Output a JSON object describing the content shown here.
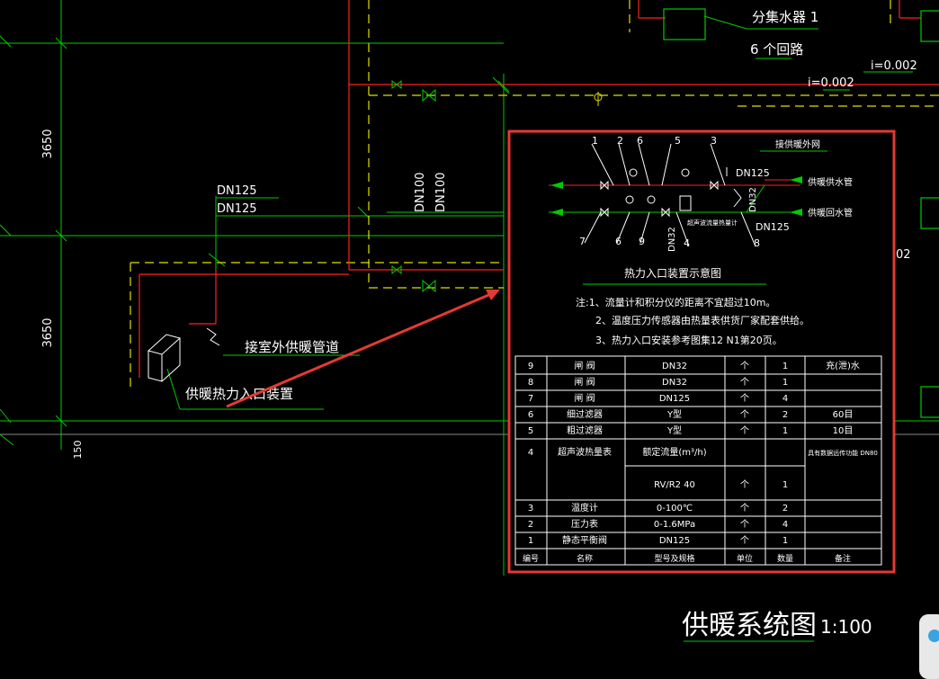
{
  "labels": {
    "dim_3650_a": "3650",
    "dim_3650_b": "3650",
    "dim_150": "150",
    "dn125_a": "DN125",
    "dn125_b": "DN125",
    "dn100_a": "DN100",
    "dn100_b": "DN100",
    "outdoor_pipe": "接室外供暖管道",
    "entry_device": "供暖热力入口装置",
    "manifold": "分集水器  1",
    "loops": "6 个回路",
    "slope_a": "i=0.002",
    "slope_b": "i=0.002",
    "right_partial": "02",
    "title": "供暖系统图",
    "scale": "1:100"
  },
  "detail": {
    "nums": [
      "1",
      "2",
      "6",
      "5",
      "3",
      "7",
      "6",
      "9",
      "4",
      "8"
    ],
    "dn125_top": "DN125",
    "dn32_v": "DN32",
    "dn32_b": "DN32",
    "dn125_bot": "DN125",
    "to_outdoor": "接供暖外网",
    "supply": "供暖供水管",
    "return": "供暖回水管",
    "meter_label": "超声波流量热量计",
    "heading": "热力入口装置示意图",
    "notes": [
      "注:1、流量计和积分仪的距离不宜超过10m。",
      "2、温度压力传感器由热量表供货厂家配套供给。",
      "3、热力入口安装参考图集12 N1第20页。"
    ]
  },
  "table": {
    "headers": [
      "编号",
      "名称",
      "型号及规格",
      "单位",
      "数量",
      "备注"
    ],
    "rows": [
      [
        "9",
        "闸  阀",
        "DN32",
        "个",
        "1",
        "充(泄)水"
      ],
      [
        "8",
        "闸  阀",
        "DN32",
        "个",
        "1",
        ""
      ],
      [
        "7",
        "闸  阀",
        "DN125",
        "个",
        "4",
        ""
      ],
      [
        "6",
        "细过滤器",
        "Y型",
        "个",
        "2",
        "60目"
      ],
      [
        "5",
        "粗过滤器",
        "Y型",
        "个",
        "1",
        "10目"
      ],
      [
        "4",
        "超声波热量表",
        "额定流量(m³/h)",
        "",
        "",
        "具有数据远传功能 DN80"
      ],
      [
        "",
        "",
        "RV/R2        40",
        "个",
        "1",
        ""
      ],
      [
        "3",
        "温度计",
        "0-100℃",
        "个",
        "2",
        ""
      ],
      [
        "2",
        "压力表",
        "0-1.6MPa",
        "个",
        "4",
        ""
      ],
      [
        "1",
        "静态平衡阀",
        "DN125",
        "个",
        "1",
        ""
      ]
    ]
  },
  "colors": {
    "grid": "#00cc00",
    "pipe": "#ff2020",
    "dash": "#e0e000",
    "highlight": "#e53935",
    "text": "#ffffff"
  }
}
